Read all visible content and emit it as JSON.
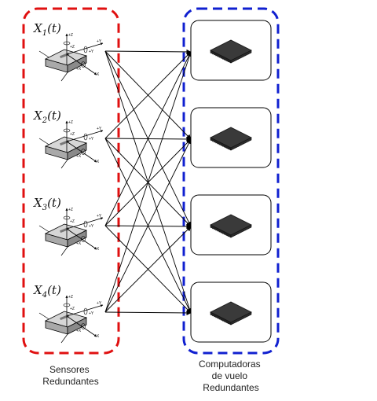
{
  "sensors": [
    {
      "symbol": "X",
      "index": "1",
      "arg": "(t)"
    },
    {
      "symbol": "X",
      "index": "2",
      "arg": "(t)"
    },
    {
      "symbol": "X",
      "index": "3",
      "arg": "(t)"
    },
    {
      "symbol": "X",
      "index": "4",
      "arg": "(t)"
    }
  ],
  "axis_labels": {
    "z": "+Z",
    "y": "+Y",
    "x": "+X"
  },
  "computers_count": 4,
  "captions": {
    "sensors": [
      "Sensores",
      "Redundantes"
    ],
    "computers": [
      "Computadoras",
      "de vuelo",
      "Redundantes"
    ]
  },
  "colors": {
    "sensor_group": "#e01010",
    "computer_group": "#1020d0",
    "lines": "#000000"
  }
}
